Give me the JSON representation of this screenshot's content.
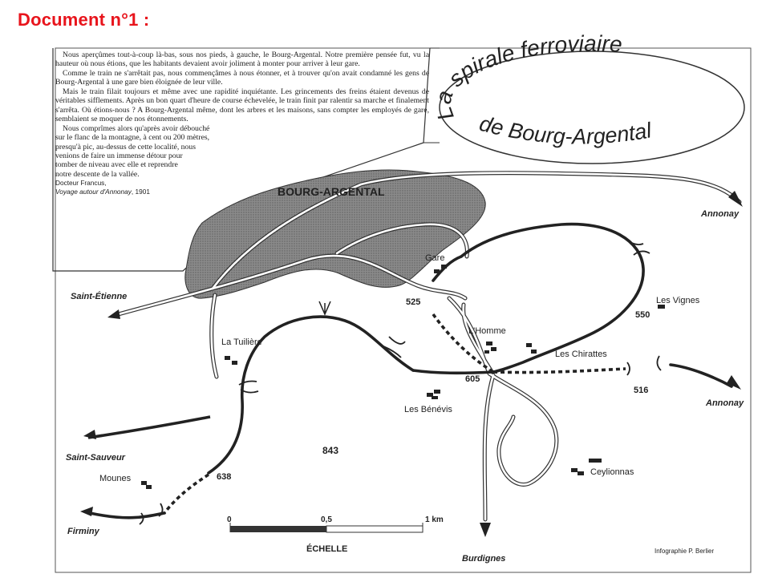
{
  "heading": "Document n°1 :",
  "title": {
    "line1": "La spirale ferroviaire",
    "line2": "de Bourg-Argental"
  },
  "quote": {
    "paragraphs": [
      "Nous aperçûmes tout-à-coup là-bas, sous nos pieds, à gauche, le Bourg-Argental. Notre première pensée fut, vu la hauteur où nous étions, que les habitants devaient avoir joliment à monter pour arriver à leur gare.",
      "Comme le train ne s'arrêtait pas, nous commençâmes à nous étonner, et à trouver qu'on avait condamné les gens de Bourg-Argental à une gare bien éloignée de leur ville.",
      "Mais le train filait toujours et même avec une rapidité inquiétante. Les grincements des freins étaient devenus de véritables sifflements. Après un bon quart d'heure de course échevelée, le train finit par ralentir sa marche et finalement s'arrêta. Où étions-nous ? A Bourg-Argental même, dont les arbres et les maisons, sans compter les employés de gare, semblaient se moquer de nos étonnements."
    ],
    "last_lines": [
      "Nous comprîmes alors qu'après avoir débouché",
      "sur le flanc de la montagne, à cent ou 200 mètres,",
      "presqu'à pic, au-dessus de cette localité, nous",
      "venions de faire un immense détour pour",
      "tomber de niveau avec elle et reprendre",
      "notre descente de la vallée."
    ],
    "author": "Docteur Francus,",
    "source_title": "Voyage autour d'Annonay",
    "source_year": ", 1901"
  },
  "labels": {
    "town": "BOURG-ARGENTAL",
    "annonay_top": "Annonay",
    "annonay_right": "Annonay",
    "saint_etienne": "Saint-Étienne",
    "saint_sauveur": "Saint-Sauveur",
    "firminy": "Firminy",
    "burdignes": "Burdignes",
    "gare": "Gare",
    "les_vignes": "Les Vignes",
    "la_tuiliere": "La Tuilière",
    "lhomme": "L'Homme",
    "les_chirattes": "Les Chirattes",
    "les_benevis": "Les Bénévis",
    "ceylionnas": "Ceylionnas",
    "mounes": "Mounes"
  },
  "elevations": {
    "e525": "525",
    "e550": "550",
    "e605": "605",
    "e516": "516",
    "e843": "843",
    "e638": "638"
  },
  "scale": {
    "tick0": "0",
    "tick_half": "0,5",
    "tick_end": "1 km",
    "caption": "ÉCHELLE"
  },
  "credit": "Infographie P. Berlier"
}
